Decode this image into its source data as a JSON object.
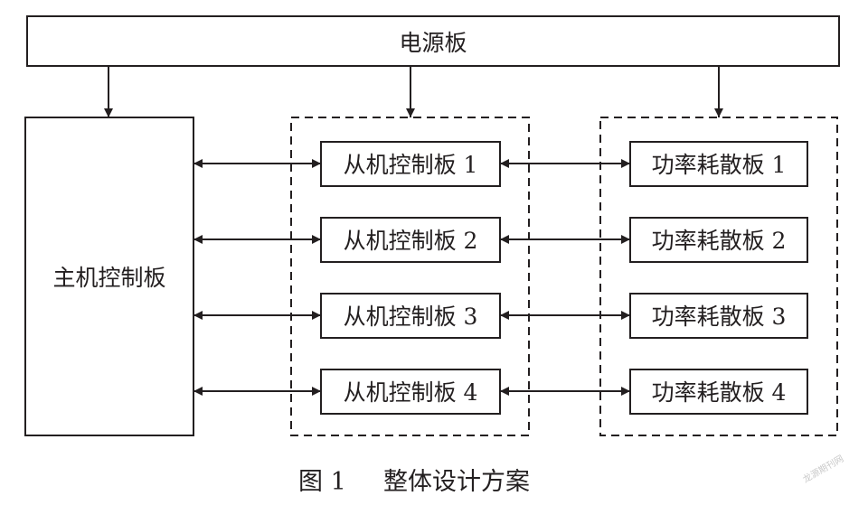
{
  "diagram": {
    "power_board": "电源板",
    "host_board": "主机控制板",
    "slave_boards": [
      "从机控制板 1",
      "从机控制板 2",
      "从机控制板 3",
      "从机控制板 4"
    ],
    "dissipation_boards": [
      "功率耗散板 1",
      "功率耗散板 2",
      "功率耗散板 3",
      "功率耗散板 4"
    ]
  },
  "caption": {
    "figure_no": "图 1",
    "title": "整体设计方案"
  },
  "watermark": "龙源期刊网"
}
